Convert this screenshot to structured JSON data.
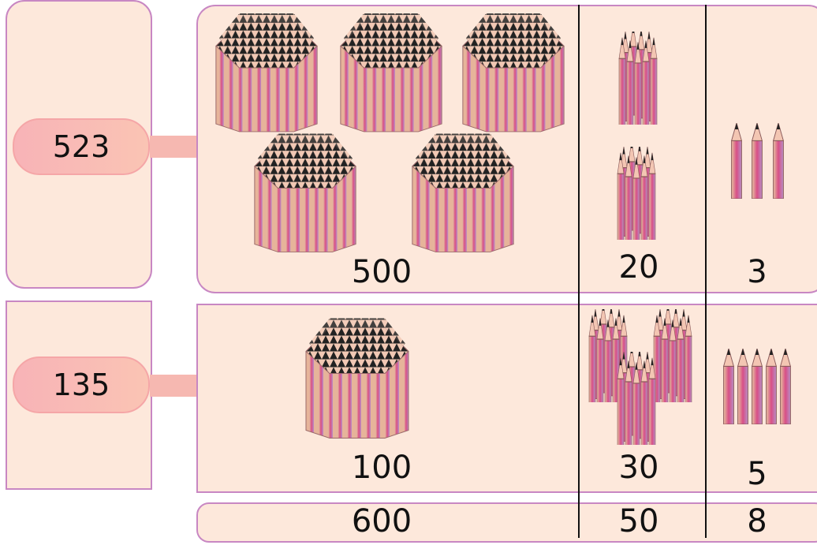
{
  "rows": [
    {
      "number": "523",
      "hundreds": "500",
      "tens": "20",
      "ones": "3"
    },
    {
      "number": "135",
      "hundreds": "100",
      "tens": "30",
      "ones": "5"
    }
  ],
  "totals": {
    "hundreds": "600",
    "tens": "50",
    "ones": "8"
  },
  "colors": {
    "panel": "#fde8db",
    "border": "#c887c3",
    "pill": "#f8b3b7",
    "pencil": "#d84f86"
  }
}
